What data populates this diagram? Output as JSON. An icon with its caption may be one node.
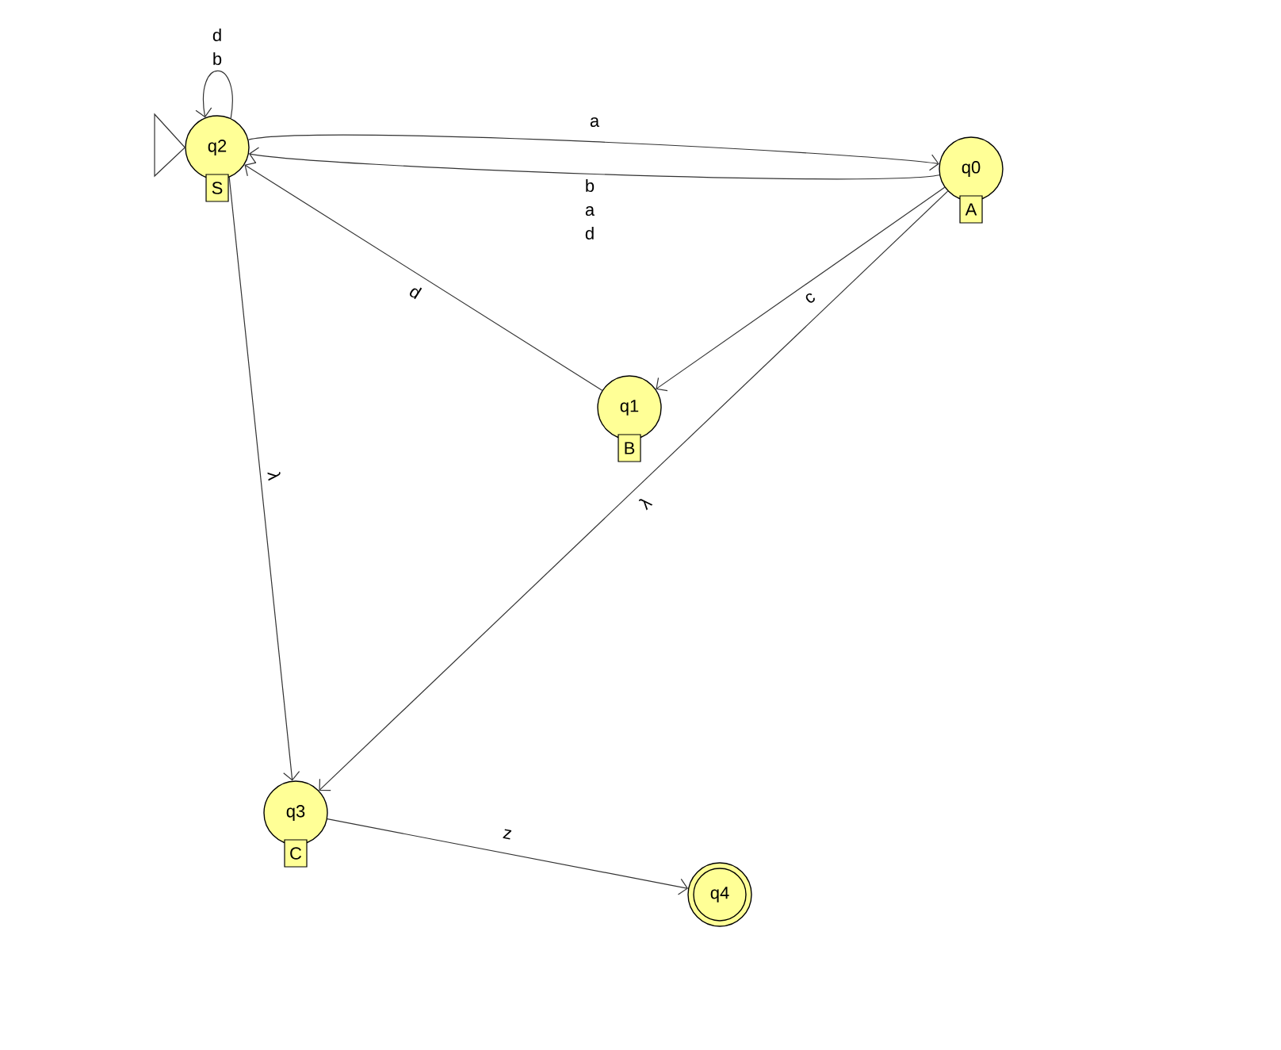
{
  "diagram": {
    "nodes": [
      {
        "text": [
          "q2"
        ],
        "beside": [
          "S"
        ]
      },
      {
        "text": [
          "q0"
        ],
        "beside": [
          "A"
        ]
      },
      {
        "text": [
          "q1"
        ],
        "beside": [
          "B"
        ]
      },
      {
        "text": [
          "q3"
        ],
        "beside": [
          "C"
        ]
      },
      {
        "text": [
          "q4"
        ]
      }
    ],
    "edges": [
      {
        "from": 0,
        "to": 0,
        "label": "d b",
        "arrow": "to"
      },
      {
        "from": 0,
        "to": 1,
        "label": "a",
        "arrow": "to"
      },
      {
        "from": 1,
        "to": 0,
        "label": "b a d",
        "arrow": "to"
      },
      {
        "from": 1,
        "to": 2,
        "label": "c",
        "arrow": "to"
      },
      {
        "from": 2,
        "to": 0,
        "label": "d",
        "arrow": "to"
      },
      {
        "from": 0,
        "to": 3,
        "label": "λ",
        "arrow": "to"
      },
      {
        "from": 1,
        "to": 3,
        "label": "λ",
        "arrow": "to"
      },
      {
        "from": 3,
        "to": 4,
        "label": "z",
        "arrow": "to"
      },
      {
        "from": null,
        "to": 0,
        "arrow": "to"
      }
    ]
  }
}
